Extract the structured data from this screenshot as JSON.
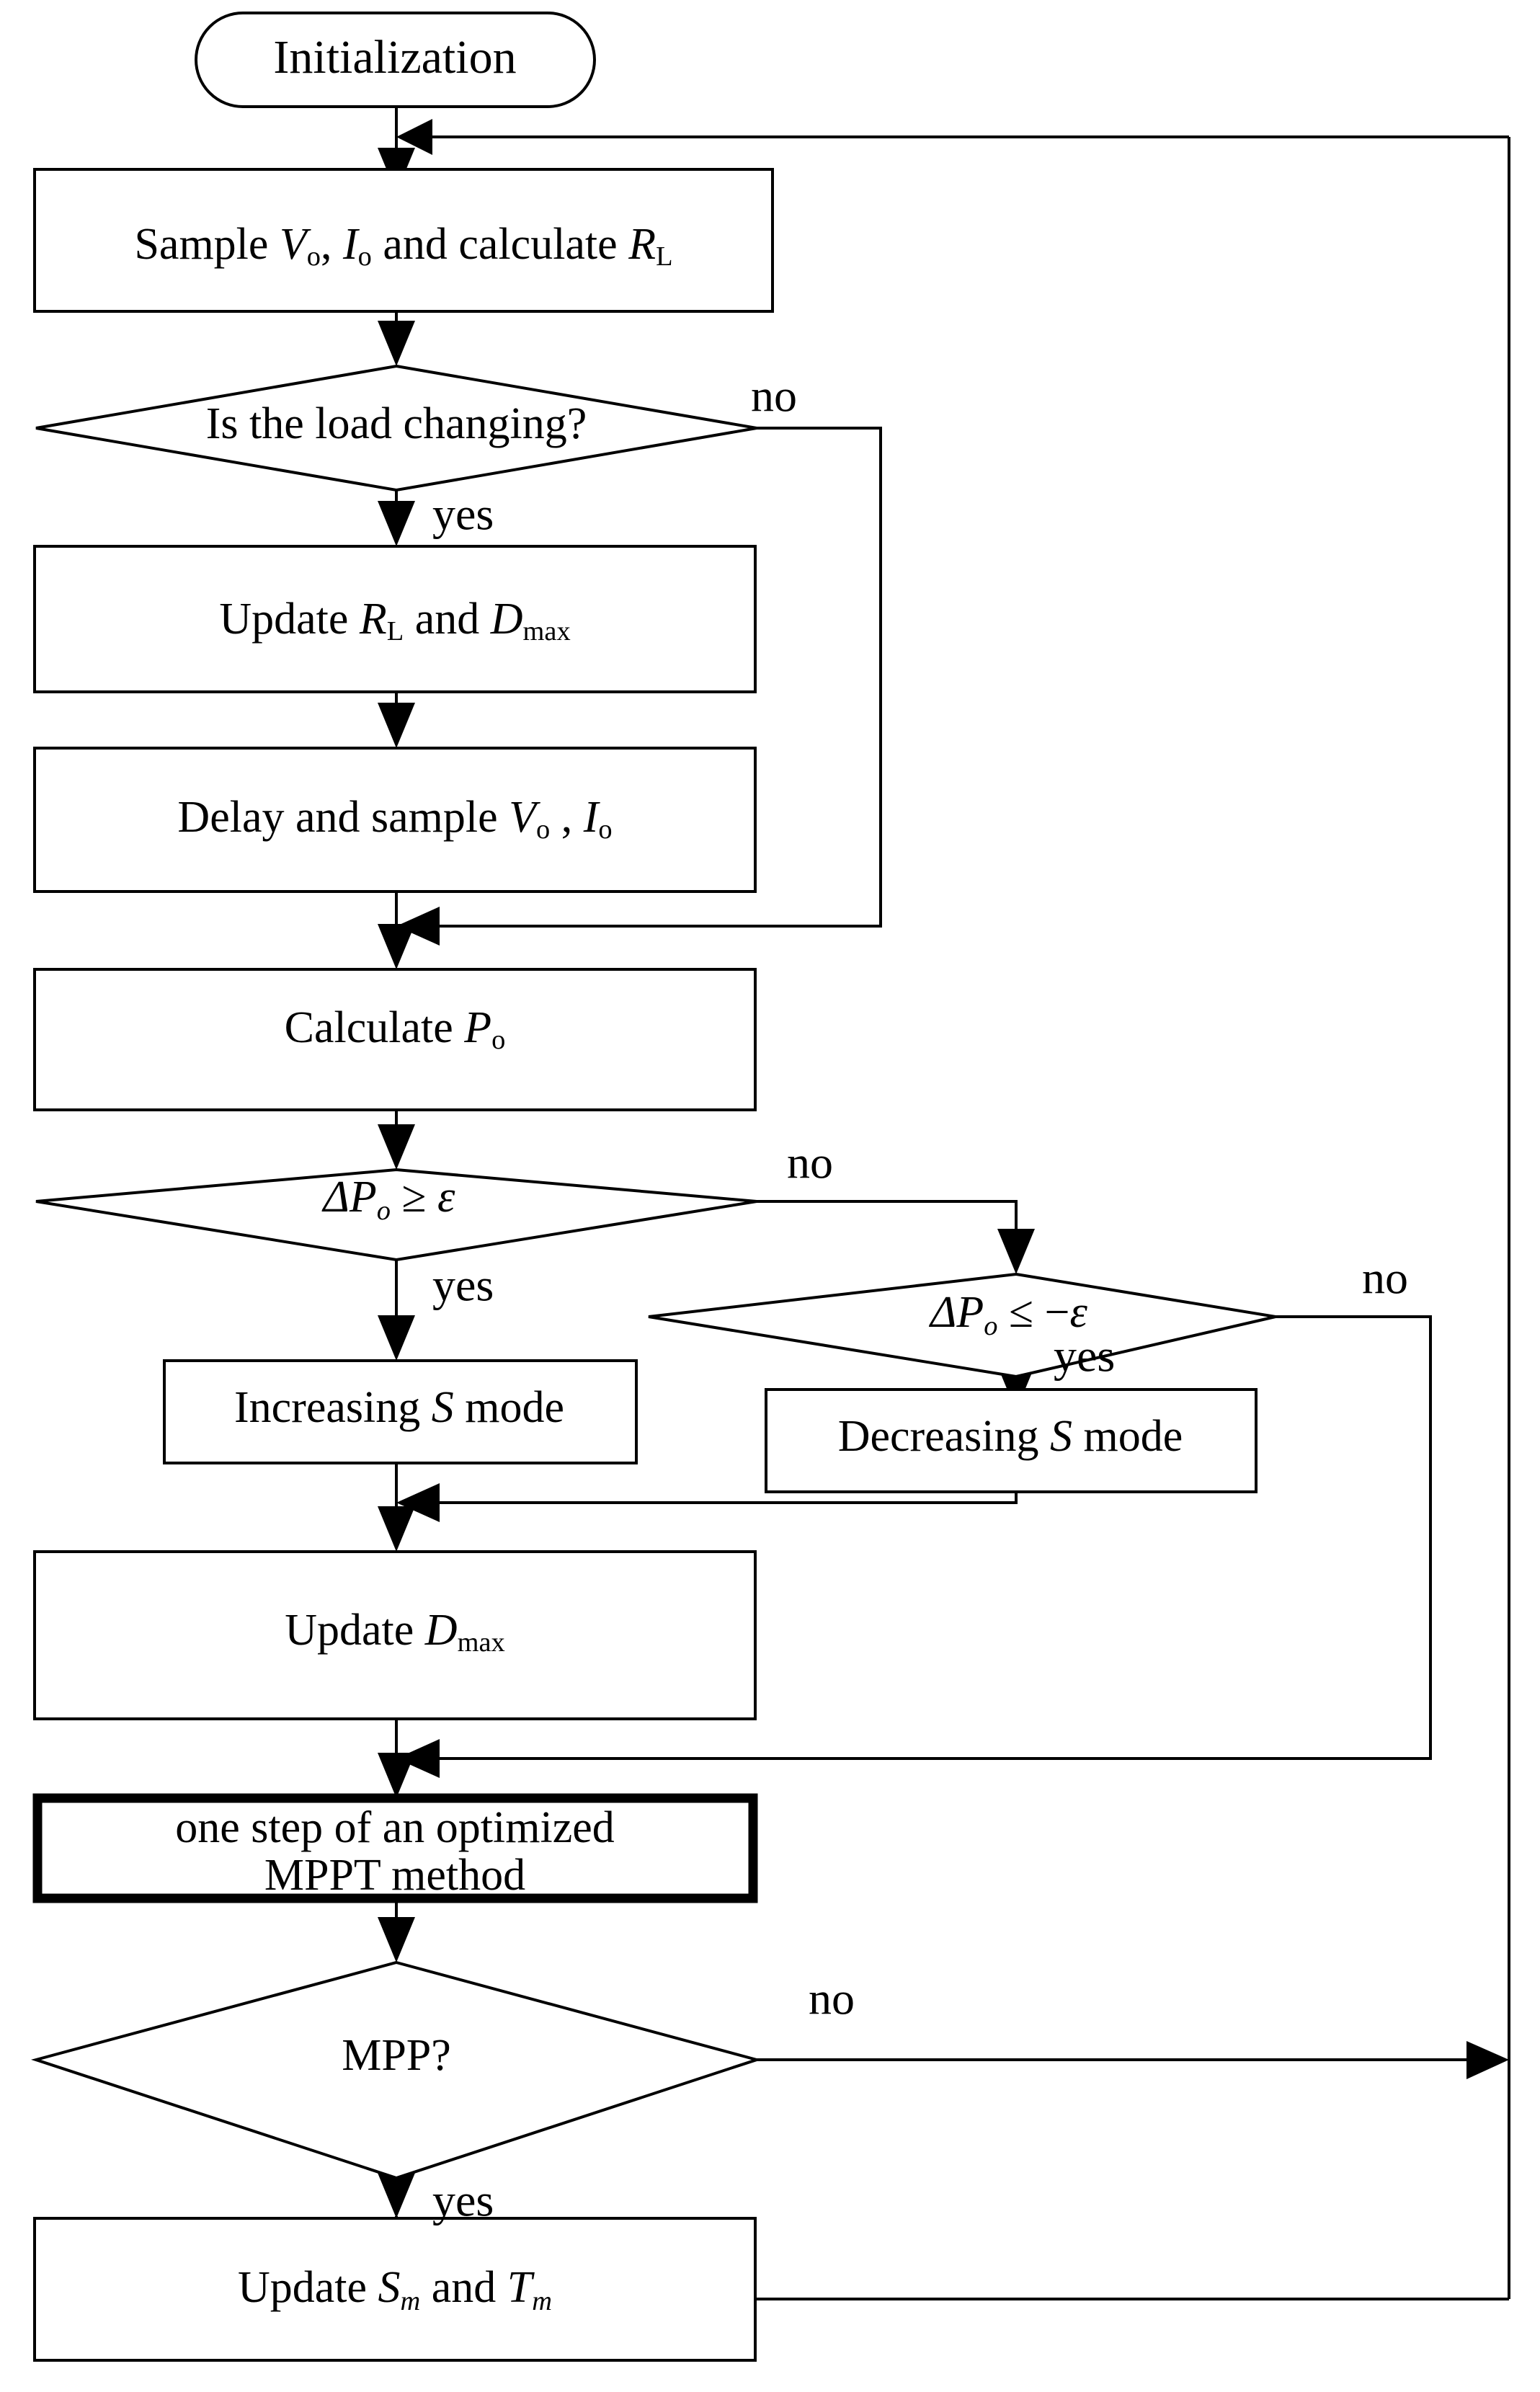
{
  "diagram": {
    "title": "MPPT control flowchart",
    "colors": {
      "line": "#000000",
      "fill": "#ffffff",
      "text": "#000000"
    },
    "nodes": [
      {
        "id": "init",
        "type": "terminator",
        "text": "Initialization"
      },
      {
        "id": "sample",
        "type": "process",
        "text": "Sample Vo, Io and calculate RL",
        "parts": [
          {
            "t": "Sample "
          },
          {
            "t": "V",
            "i": true
          },
          {
            "t": "o",
            "s": true
          },
          {
            "t": ", "
          },
          {
            "t": "I",
            "i": true
          },
          {
            "t": "o",
            "s": true
          },
          {
            "t": " and calculate "
          },
          {
            "t": "R",
            "i": true
          },
          {
            "t": "L",
            "s": true
          }
        ]
      },
      {
        "id": "loadchange",
        "type": "decision",
        "text": "Is the load changing?"
      },
      {
        "id": "updaterl",
        "type": "process",
        "text": "Update RL and Dmax",
        "parts": [
          {
            "t": "Update  "
          },
          {
            "t": "R",
            "i": true
          },
          {
            "t": "L",
            "s": true
          },
          {
            "t": "  and   "
          },
          {
            "t": "D",
            "i": true
          },
          {
            "t": "max",
            "s": true
          }
        ]
      },
      {
        "id": "delay",
        "type": "process",
        "text": "Delay and sample Vo , Io",
        "parts": [
          {
            "t": "Delay and  sample "
          },
          {
            "t": "V",
            "i": true
          },
          {
            "t": "o",
            "s": true
          },
          {
            "t": " , "
          },
          {
            "t": "I",
            "i": true
          },
          {
            "t": "o",
            "s": true
          }
        ]
      },
      {
        "id": "calcpo",
        "type": "process",
        "text": "Calculate Po",
        "parts": [
          {
            "t": "Calculate   "
          },
          {
            "t": "P",
            "i": true
          },
          {
            "t": "o",
            "s": true
          }
        ]
      },
      {
        "id": "dpge",
        "type": "decision",
        "text": "ΔPo ≥ ε",
        "parts": [
          {
            "t": "ΔP",
            "i": true
          },
          {
            "t": "o",
            "s": true,
            "i": true
          },
          {
            "t": " ≥ "
          },
          {
            "t": "ε",
            "i": true
          }
        ]
      },
      {
        "id": "dple",
        "type": "decision",
        "text": "ΔPo ≤ −ε",
        "parts": [
          {
            "t": "ΔP",
            "i": true
          },
          {
            "t": "o",
            "s": true,
            "i": true
          },
          {
            "t": " ≤ −"
          },
          {
            "t": "ε",
            "i": true
          }
        ]
      },
      {
        "id": "incs",
        "type": "process",
        "text": "Increasing S mode",
        "parts": [
          {
            "t": "Increasing "
          },
          {
            "t": "S",
            "i": true
          },
          {
            "t": " mode"
          }
        ]
      },
      {
        "id": "decs",
        "type": "process",
        "text": "Decreasing S mode",
        "parts": [
          {
            "t": "Decreasing "
          },
          {
            "t": "S",
            "i": true
          },
          {
            "t": " mode"
          }
        ]
      },
      {
        "id": "updatedmax",
        "type": "process",
        "text": "Update Dmax",
        "parts": [
          {
            "t": "Update     "
          },
          {
            "t": "D",
            "i": true
          },
          {
            "t": "max",
            "s": true
          }
        ]
      },
      {
        "id": "mpptstep",
        "type": "process-emphasis",
        "text": "one step of an optimized MPPT method",
        "line1": "one step of an optimized",
        "line2": "MPPT method"
      },
      {
        "id": "mpp",
        "type": "decision",
        "text": "MPP?"
      },
      {
        "id": "updatesm",
        "type": "process",
        "text": "Update Sm and Tm",
        "parts": [
          {
            "t": "Update   "
          },
          {
            "t": "S",
            "i": true
          },
          {
            "t": "m",
            "s": true,
            "i": true
          },
          {
            "t": "  and   "
          },
          {
            "t": "T",
            "i": true
          },
          {
            "t": "m",
            "s": true,
            "i": true
          }
        ]
      }
    ],
    "edge_labels": [
      {
        "id": "loadchange-no",
        "text": "no"
      },
      {
        "id": "loadchange-yes",
        "text": "yes"
      },
      {
        "id": "dpge-no",
        "text": "no"
      },
      {
        "id": "dpge-yes",
        "text": "yes"
      },
      {
        "id": "dple-no",
        "text": "no"
      },
      {
        "id": "dple-yes",
        "text": "yes"
      },
      {
        "id": "mpp-no",
        "text": "no"
      },
      {
        "id": "mpp-yes",
        "text": "yes"
      }
    ]
  }
}
